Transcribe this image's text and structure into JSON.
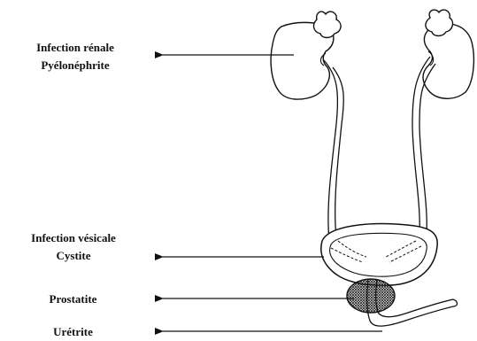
{
  "labels": {
    "renal_line1": "Infection rénale",
    "renal_line2": "Pyélonéphrite",
    "vesical_line1": "Infection vésicale",
    "vesical_line2": "Cystite",
    "prostatitis": "Prostatite",
    "urethritis": "Urétrite"
  }
}
